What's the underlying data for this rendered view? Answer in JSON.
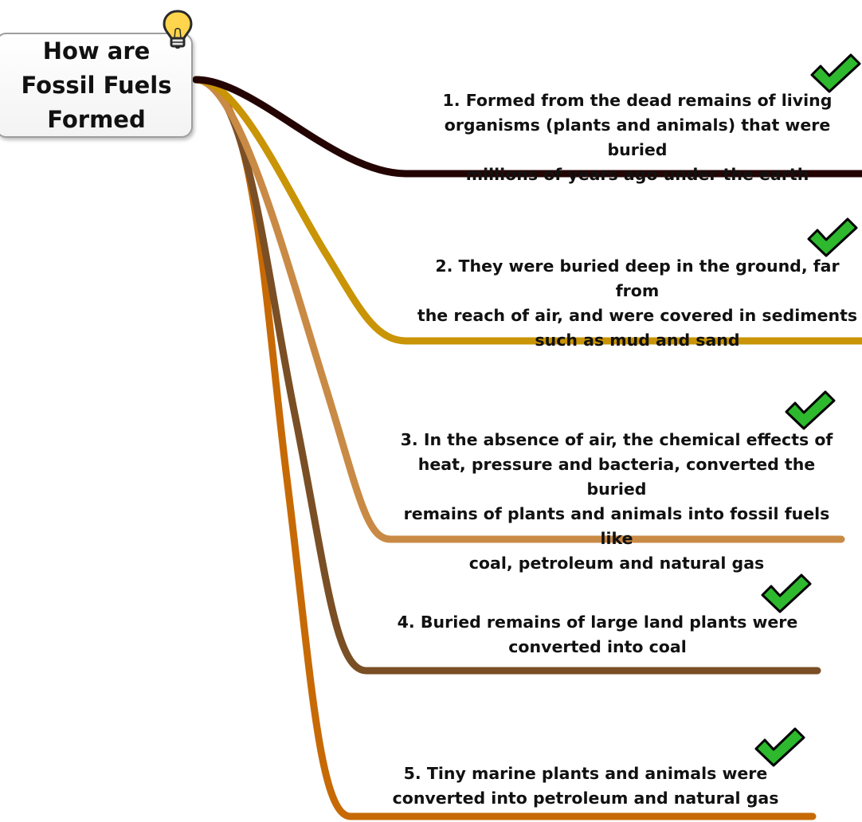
{
  "root": {
    "title": "How are Fossil Fuels Formed",
    "icon": "lightbulb-icon"
  },
  "topics": [
    {
      "text": "1. Formed from the dead remains of living\norganisms (plants and animals) that were buried\nmillions of years ago under the earth",
      "color": "#240303",
      "icon": "check-icon"
    },
    {
      "text": "2. They were buried deep in the ground, far from\nthe reach of air, and were covered in sediments\nsuch as mud and sand",
      "color": "#c99405",
      "icon": "check-icon"
    },
    {
      "text": "3. In the absence of air, the chemical effects of\nheat, pressure and  bacteria, converted the buried\nremains of plants and animals into fossil fuels like\ncoal, petroleum and  natural gas",
      "color": "#c98a45",
      "icon": "check-icon"
    },
    {
      "text": "4. Buried remains of large land plants were\nconverted into coal",
      "color": "#7a4f25",
      "icon": "check-icon"
    },
    {
      "text": "5.  Tiny marine plants and animals were\nconverted into petroleum and natural gas",
      "color": "#c76a05",
      "icon": "check-icon"
    }
  ],
  "colors": {
    "check_fill": "#2eb82e",
    "check_outline": "#000000",
    "bulb_fill": "#ffd54d",
    "root_border": "#9e9e9e"
  }
}
